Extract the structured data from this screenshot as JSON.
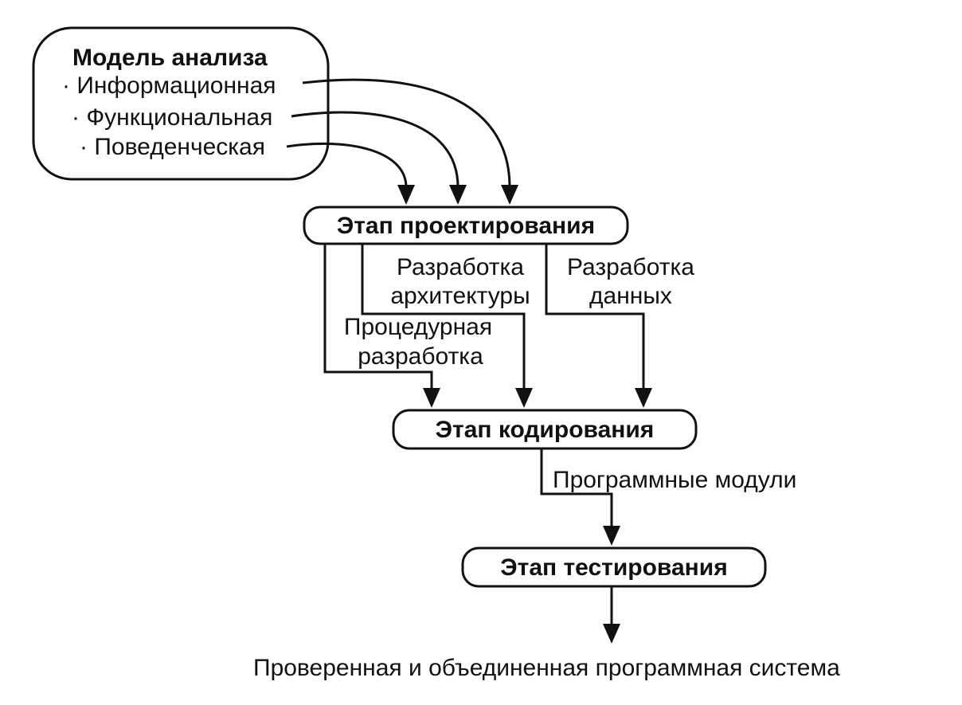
{
  "analysis_model": {
    "title": "Модель анализа",
    "items": [
      "· Информационная",
      "· Функциональная",
      "· Поведенческая"
    ]
  },
  "stages": {
    "design": "Этап проектирования",
    "coding": "Этап кодирования",
    "testing": "Этап тестирования"
  },
  "design_outputs": {
    "architecture": [
      "Разработка",
      "архитектуры"
    ],
    "data": [
      "Разработка",
      "данных"
    ],
    "procedural": [
      "Процедурная",
      "разработка"
    ]
  },
  "coding_output": "Программные модули",
  "final_output": "Проверенная и объединенная программная система"
}
